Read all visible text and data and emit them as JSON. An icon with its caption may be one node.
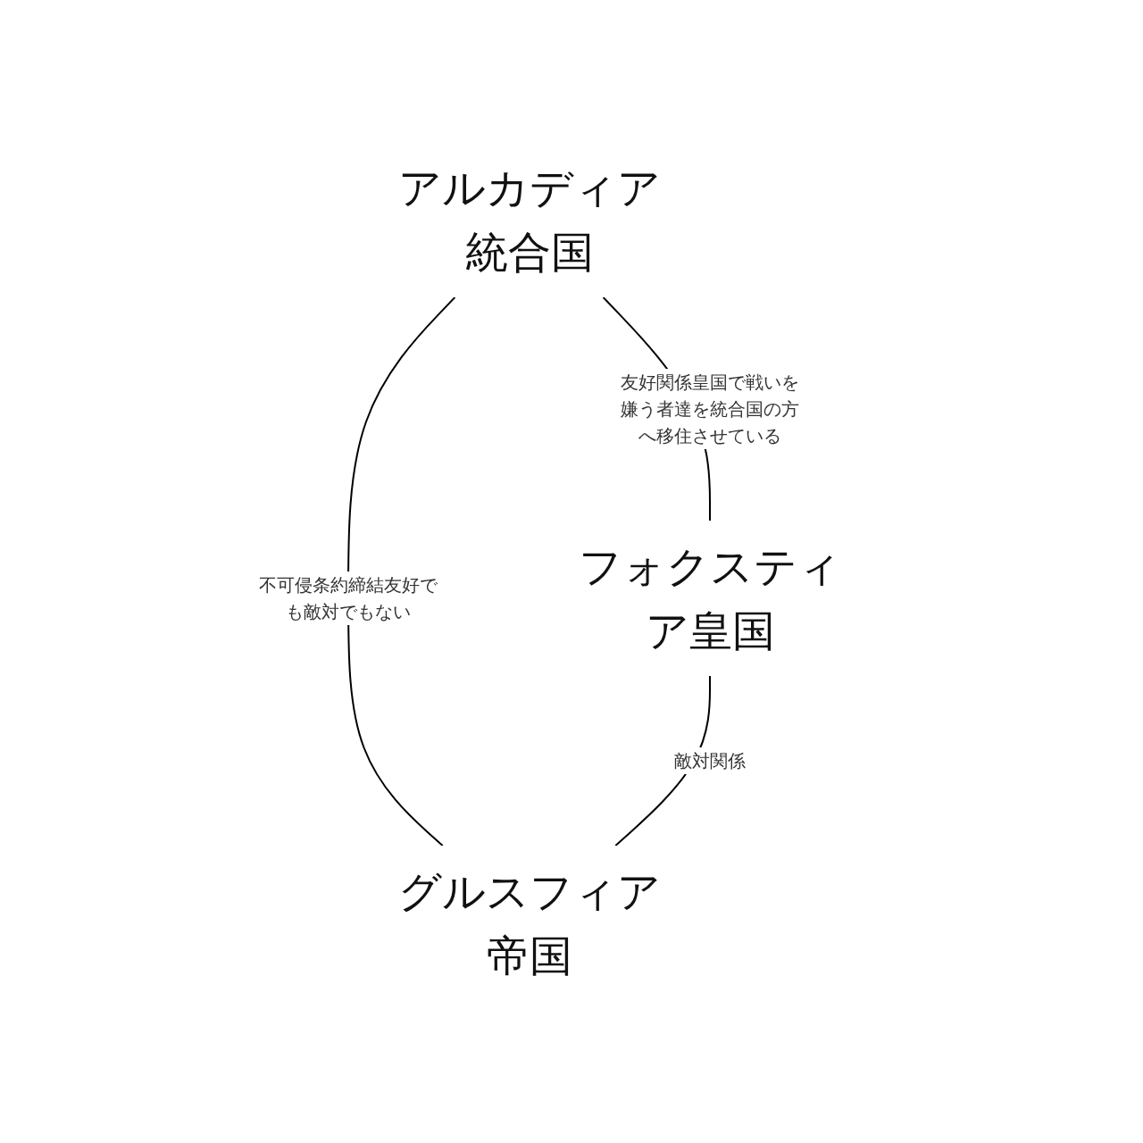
{
  "diagram": {
    "nodes": [
      {
        "text": [
          "アルカディア統合国"
        ]
      },
      {
        "text": [
          "フォクスティア皇国"
        ]
      },
      {
        "text": [
          "グルスフィア帝国"
        ]
      }
    ],
    "edges": [
      {
        "from": 0,
        "to": 1,
        "arrow": "none",
        "label": "友好関係皇国で戦いを嫌う者達を統合国の方へ移住させている"
      },
      {
        "from": 0,
        "to": 2,
        "arrow": "none",
        "label": "不可侵条約締結友好でも敵対でもない"
      },
      {
        "from": 1,
        "to": 2,
        "arrow": "none",
        "label": "敵対関係"
      }
    ]
  }
}
